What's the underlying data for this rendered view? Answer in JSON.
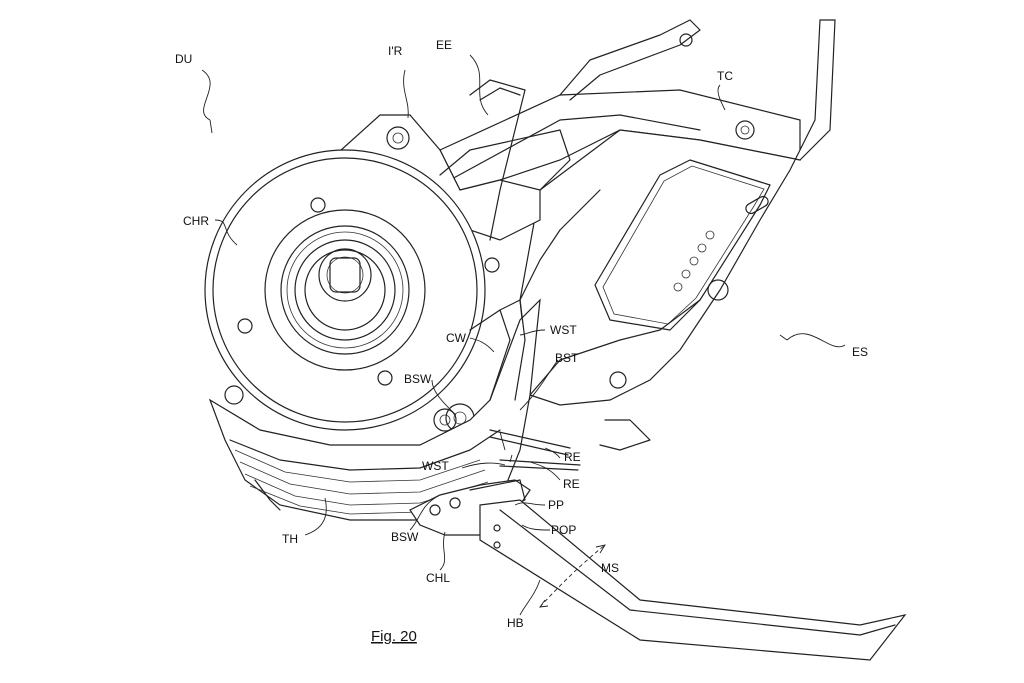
{
  "figure": {
    "caption": "Fig. 20",
    "labels": {
      "du": "DU",
      "ir": "I'R",
      "ee": "EE",
      "tc": "TC",
      "chr": "CHR",
      "cw": "CW",
      "wst_upper": "WST",
      "bst": "BST",
      "es": "ES",
      "bsw_upper": "BSW",
      "re_upper": "RE",
      "wst_lower": "WST",
      "re_lower": "RE",
      "pp": "PP",
      "pop": "POP",
      "th": "TH",
      "bsw_lower": "BSW",
      "chl": "CHL",
      "ms": "MS",
      "hb": "HB"
    }
  }
}
